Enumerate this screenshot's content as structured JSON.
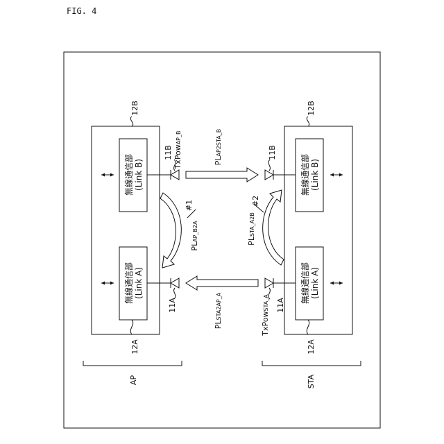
{
  "figure_label": "FIG. 4",
  "ap": {
    "label": "AP",
    "bracket_label": "AP",
    "unit_b": {
      "title": "無線通信部",
      "link": "(Link B)"
    },
    "unit_a": {
      "title": "無線通信部",
      "link": "(Link A)"
    },
    "ref_12b": "12B",
    "ref_12a": "12A",
    "ant_b": "11B",
    "ant_a": "11A",
    "tx_pow_main": "TxPow",
    "tx_pow_sub": "AP_B",
    "arc_label": "#1",
    "arc_pl_main": "PL",
    "arc_pl_sub": "AP_B2A"
  },
  "sta": {
    "label": "STA",
    "unit_b": {
      "title": "無線通信部",
      "link": "(Link B)"
    },
    "unit_a": {
      "title": "無線通信部",
      "link": "(Link A)"
    },
    "ref_12b": "12B",
    "ref_12a": "12A",
    "ant_b": "11B",
    "ant_a": "11A",
    "tx_pow_main": "TxPow",
    "tx_pow_sub": "STA_A",
    "arc_label": "#2",
    "arc_pl_main": "PL",
    "arc_pl_sub": "STA_A2B"
  },
  "links": {
    "top_pl_main": "PL",
    "top_pl_sub": "AP2STA_B",
    "bottom_pl_main": "PL",
    "bottom_pl_sub": "STA2AP_A"
  }
}
